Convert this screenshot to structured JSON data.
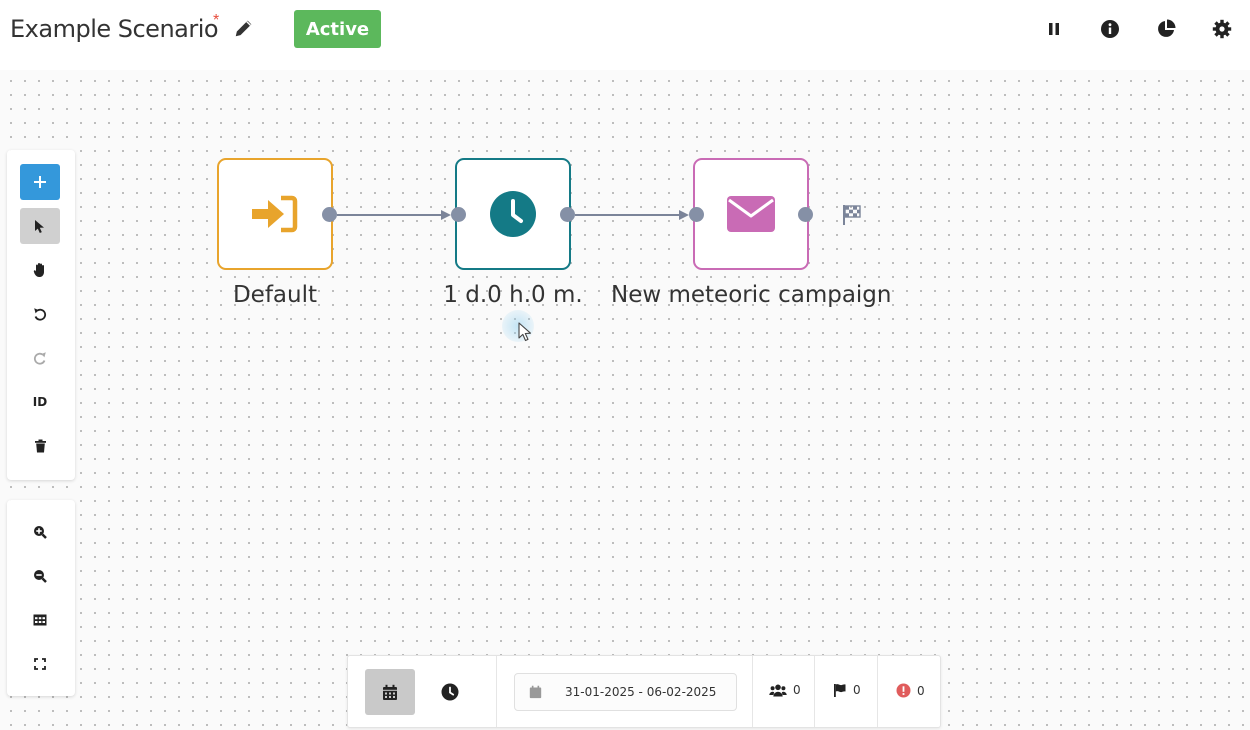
{
  "header": {
    "title": "Example Scenario",
    "unsaved_marker": "*",
    "status": "Active"
  },
  "nodes": [
    {
      "label": "Default",
      "type": "entry",
      "icon": "sign-in-icon",
      "color": "#e8a42c"
    },
    {
      "label": "1 d.0 h.0 m.",
      "type": "delay",
      "icon": "clock-icon",
      "color": "#147a86"
    },
    {
      "label": "New meteoric campaign",
      "type": "email",
      "icon": "envelope-icon",
      "color": "#c96bb5"
    }
  ],
  "tools": {
    "id_label": "ID"
  },
  "bottom_bar": {
    "date_range": "31-01-2025 - 06-02-2025",
    "stats": {
      "contacts": "0",
      "completed": "0",
      "errors": "0"
    }
  },
  "colors": {
    "accent": "#3498db",
    "active_badge": "#5cb85c",
    "error": "#e05c5c",
    "port": "#8590a6"
  }
}
